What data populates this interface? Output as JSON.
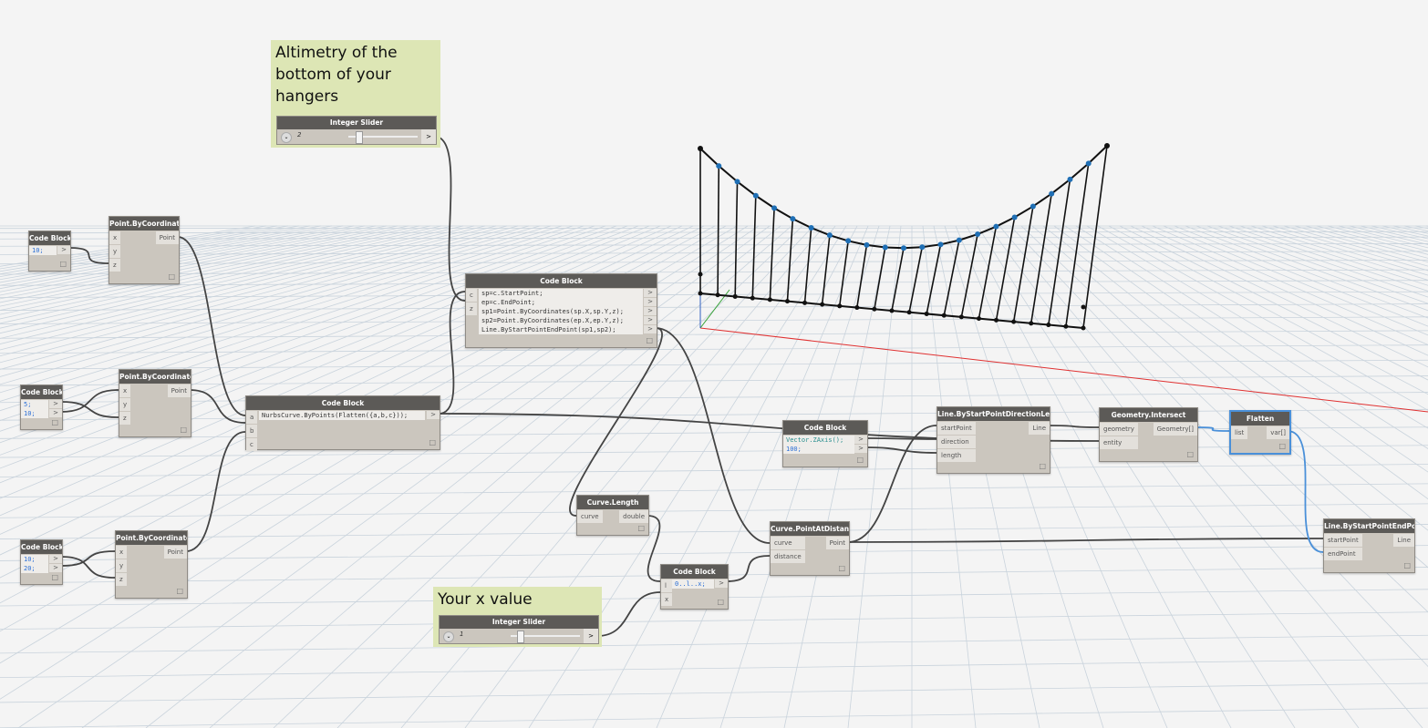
{
  "groups": [
    {
      "title": "Altimetry of the bottom of your hangers"
    },
    {
      "title": "Your x value"
    }
  ],
  "sliders": [
    {
      "title": "Integer Slider",
      "value": "2",
      "fraction": 0.35,
      "out": ">",
      "dropdown": "⌄"
    },
    {
      "title": "Integer Slider",
      "value": "1",
      "fraction": 0.3,
      "out": ">",
      "dropdown": "⌄"
    }
  ],
  "nodes": [
    {
      "title": "Code Block",
      "code": [
        [
          "10;",
          "num"
        ]
      ],
      "outs": [
        ">"
      ]
    },
    {
      "title": "Point.ByCoordinates",
      "ins": [
        "x",
        "y",
        "z"
      ],
      "outs": [
        "Point"
      ]
    },
    {
      "title": "Code Block",
      "code": [
        [
          "5;",
          "num"
        ],
        [
          "10;",
          "num"
        ]
      ],
      "outs": [
        ">",
        ">"
      ]
    },
    {
      "title": "Point.ByCoordinates",
      "ins": [
        "x",
        "y",
        "z"
      ],
      "outs": [
        "Point"
      ]
    },
    {
      "title": "Code Block",
      "code": [
        [
          "10;",
          "num"
        ],
        [
          "20;",
          "num"
        ]
      ],
      "outs": [
        ">",
        ">"
      ]
    },
    {
      "title": "Point.ByCoordinates",
      "ins": [
        "x",
        "y",
        "z"
      ],
      "outs": [
        "Point"
      ]
    },
    {
      "title": "Code Block",
      "ins": [
        "a",
        "b",
        "c"
      ],
      "code": [
        [
          "NurbsCurve.ByPoints(Flatten({a,b,c}));",
          ""
        ]
      ],
      "outs": [
        ">"
      ]
    },
    {
      "title": "Code Block",
      "ins": [
        "c",
        "z"
      ],
      "code": [
        [
          "sp=c.StartPoint;",
          ""
        ],
        [
          "ep=c.EndPoint;",
          ""
        ],
        [
          "sp1=Point.ByCoordinates(sp.X,sp.Y,z);",
          ""
        ],
        [
          "sp2=Point.ByCoordinates(ep.X,ep.Y,z);",
          ""
        ],
        [
          "Line.ByStartPointEndPoint(sp1,sp2);",
          ""
        ]
      ],
      "outs": [
        ">",
        ">",
        ">",
        ">",
        ">"
      ]
    },
    {
      "title": "Code Block",
      "code": [
        [
          "Vector.ZAxis();",
          "cls"
        ],
        [
          "100;",
          "num"
        ]
      ],
      "outs": [
        ">",
        ">"
      ]
    },
    {
      "title": "Line.ByStartPointDirectionLength",
      "ins": [
        "startPoint",
        "direction",
        "length"
      ],
      "outs": [
        "Line"
      ]
    },
    {
      "title": "Geometry.Intersect",
      "ins": [
        "geometry",
        "entity"
      ],
      "outs": [
        "Geometry[]"
      ]
    },
    {
      "title": "Flatten",
      "ins": [
        "list"
      ],
      "outs": [
        "var[]"
      ]
    },
    {
      "title": "Line.ByStartPointEndPoint",
      "ins": [
        "startPoint",
        "endPoint"
      ],
      "outs": [
        "Line"
      ]
    },
    {
      "title": "Curve.Length",
      "ins": [
        "curve"
      ],
      "outs": [
        "double"
      ]
    },
    {
      "title": "Code Block",
      "ins": [
        "l",
        "x"
      ],
      "code": [
        [
          "0..l..x;",
          "num"
        ]
      ],
      "outs": [
        ">"
      ]
    },
    {
      "title": "Curve.PointAtDistance",
      "ins": [
        "curve",
        "distance"
      ],
      "outs": [
        "Point"
      ]
    }
  ],
  "colors": {
    "wire": "#444444",
    "selected_wire": "#4a90d9",
    "point": "#1f6fb5",
    "canvas": "#f4f4f4"
  }
}
